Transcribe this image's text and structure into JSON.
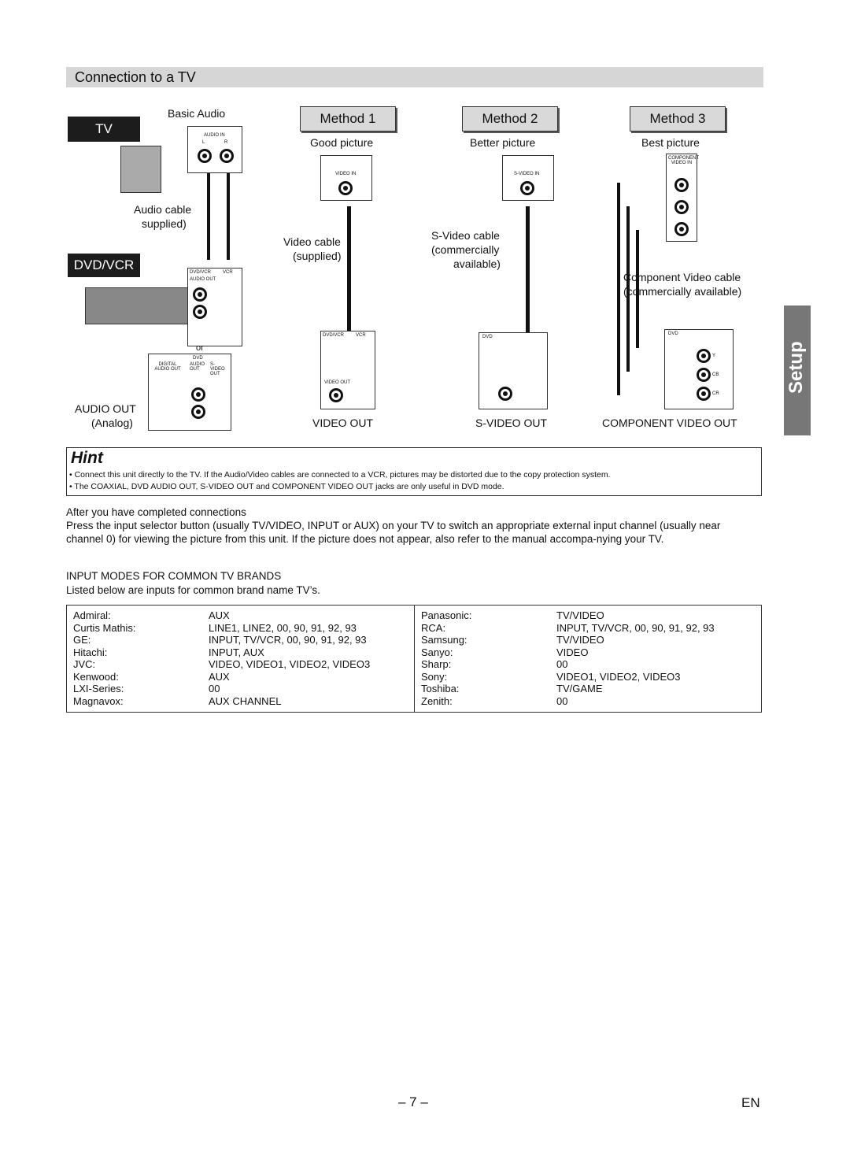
{
  "section_title": "Connection to a TV",
  "labels": {
    "tv": "TV",
    "dvd_vcr": "DVD/VCR",
    "basic_audio": "Basic Audio",
    "audio_cable": "Audio cable",
    "audio_cable_supplied": "supplied)",
    "or": "or",
    "audio_out": "AUDIO OUT",
    "analog": "(Analog)",
    "audio_in": "AUDIO IN",
    "l": "L",
    "r": "R",
    "dvd_vcr_panel": "DVD/VCR",
    "vcr": "VCR",
    "audio_out_small": "AUDIO OUT",
    "dvd": "DVD",
    "digital_audio_out": "DIGITAL AUDIO OUT",
    "audio_out_col": "AUDIO OUT",
    "svideo_out_col": "S-VIDEO OUT"
  },
  "methods": [
    {
      "label": "Method 1",
      "quality": "Good picture",
      "jack_in": "VIDEO IN",
      "cable": "Video cable",
      "cable2": "(supplied)",
      "cable3": "",
      "panel_top": "DVD/VCR",
      "panel_top2": "VCR",
      "panel_jack": "VIDEO OUT",
      "out_label": "VIDEO OUT"
    },
    {
      "label": "Method 2",
      "quality": "Better picture",
      "jack_in": "S-VIDEO IN",
      "cable": "S-Video cable",
      "cable2": "(commercially",
      "cable3": "available)",
      "panel_top": "DVD",
      "panel_top2": "",
      "panel_jack": "S-VIDEO OUT",
      "out_label": "S-VIDEO OUT"
    },
    {
      "label": "Method 3",
      "quality": "Best picture",
      "jack_in": "COMPONENT VIDEO IN",
      "cable": "Component Video cable",
      "cable2": "(commercially available)",
      "cable3": "",
      "panel_top": "DVD",
      "panel_top2": "",
      "panel_jack": "COMPONENT VIDEO OUT",
      "out_label": "COMPONENT VIDEO OUT"
    }
  ],
  "component_jacks": [
    "Y",
    "CB",
    "CR"
  ],
  "side_tab": "Setup",
  "hint": {
    "title": "Hint",
    "lines": [
      "• Connect this unit directly to the TV. If the Audio/Video cables are connected to a VCR, pictures may be distorted due to the copy protection system.",
      "• The COAXIAL, DVD AUDIO OUT, S-VIDEO OUT and COMPONENT VIDEO OUT jacks are only useful in DVD mode."
    ]
  },
  "after": {
    "heading": "After you have completed connections",
    "body": "Press the input selector button (usually TV/VIDEO, INPUT or AUX) on your TV to switch an appropriate external input channel (usually near channel 0) for viewing the picture from this unit. If the picture does not appear, also refer to the manual accompa-nying your TV."
  },
  "input_modes": {
    "heading": "INPUT MODES FOR COMMON TV BRANDS",
    "intro": "Listed below are inputs for common brand name TV’s."
  },
  "brands_left": [
    {
      "brand": "Admiral:",
      "input": "AUX"
    },
    {
      "brand": "Curtis Mathis:",
      "input": "LINE1, LINE2, 00, 90, 91, 92, 93"
    },
    {
      "brand": "GE:",
      "input": "INPUT, TV/VCR, 00, 90, 91, 92, 93"
    },
    {
      "brand": "Hitachi:",
      "input": "INPUT, AUX"
    },
    {
      "brand": "JVC:",
      "input": "VIDEO, VIDEO1, VIDEO2, VIDEO3"
    },
    {
      "brand": "Kenwood:",
      "input": "AUX"
    },
    {
      "brand": "LXI-Series:",
      "input": "00"
    },
    {
      "brand": "Magnavox:",
      "input": "AUX CHANNEL"
    }
  ],
  "brands_right": [
    {
      "brand": "Panasonic:",
      "input": "TV/VIDEO"
    },
    {
      "brand": "RCA:",
      "input": "INPUT, TV/VCR, 00, 90, 91, 92, 93"
    },
    {
      "brand": "Samsung:",
      "input": "TV/VIDEO"
    },
    {
      "brand": "Sanyo:",
      "input": "VIDEO"
    },
    {
      "brand": "Sharp:",
      "input": "00"
    },
    {
      "brand": "Sony:",
      "input": "VIDEO1, VIDEO2, VIDEO3"
    },
    {
      "brand": "Toshiba:",
      "input": "TV/GAME"
    },
    {
      "brand": "Zenith:",
      "input": "00"
    }
  ],
  "footer": {
    "page": "– 7 –",
    "lang": "EN"
  }
}
